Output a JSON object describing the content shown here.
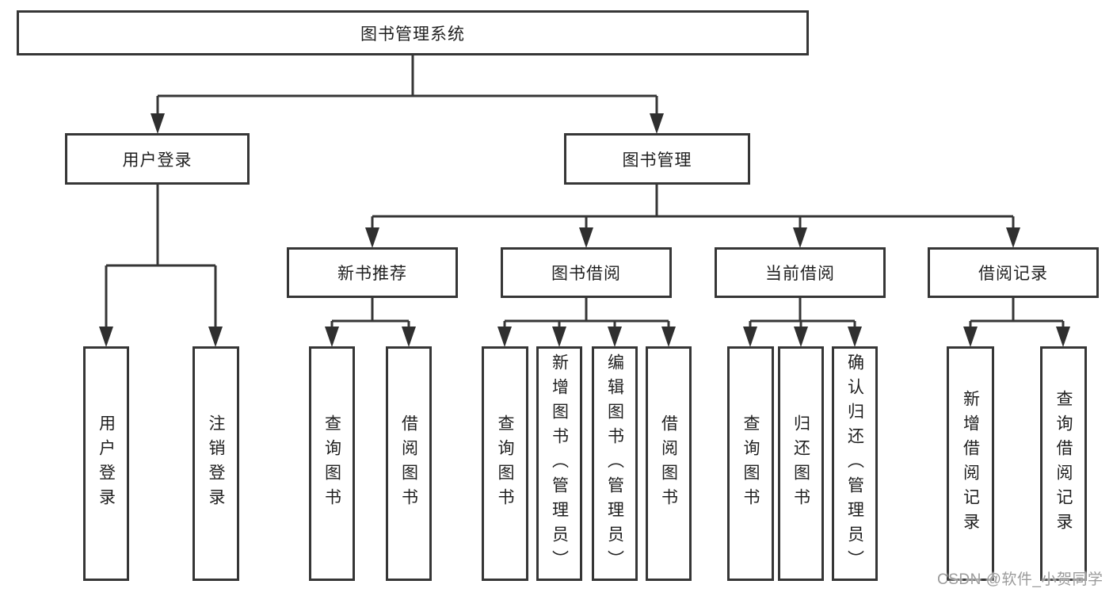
{
  "diagram": {
    "type": "hierarchy-tree",
    "colors": {
      "line": "#363636",
      "box_border": "#363636",
      "text": "#1f1f1f",
      "watermark": "#9b9b9b",
      "background": "#ffffff"
    },
    "nodes": {
      "root": {
        "label": "图书管理系统"
      },
      "user_login": {
        "label": "用户登录"
      },
      "book_mgmt": {
        "label": "图书管理"
      },
      "new_book_rec": {
        "label": "新书推荐"
      },
      "book_borrow": {
        "label": "图书借阅"
      },
      "current_borrow": {
        "label": "当前借阅"
      },
      "borrow_record": {
        "label": "借阅记录"
      },
      "user_login_leaf": {
        "label": "用户登录"
      },
      "logout_leaf": {
        "label": "注销登录"
      },
      "rec_query_books": {
        "label": "查询图书"
      },
      "rec_borrow_books": {
        "label": "借阅图书"
      },
      "bb_query_books": {
        "label": "查询图书"
      },
      "bb_add_books": {
        "label": "新增图书（管理员）"
      },
      "bb_edit_books": {
        "label": "编辑图书（管理员）"
      },
      "bb_borrow_books": {
        "label": "借阅图书"
      },
      "cb_query_books": {
        "label": "查询图书"
      },
      "cb_return_books": {
        "label": "归还图书"
      },
      "cb_confirm_return": {
        "label": "确认归还（管理员）"
      },
      "br_add_record": {
        "label": "新增借阅记录"
      },
      "br_query_record": {
        "label": "查询借阅记录"
      }
    },
    "hierarchy": {
      "root": [
        "user_login",
        "book_mgmt"
      ],
      "user_login": [
        "user_login_leaf",
        "logout_leaf"
      ],
      "book_mgmt": [
        "new_book_rec",
        "book_borrow",
        "current_borrow",
        "borrow_record"
      ],
      "new_book_rec": [
        "rec_query_books",
        "rec_borrow_books"
      ],
      "book_borrow": [
        "bb_query_books",
        "bb_add_books",
        "bb_edit_books",
        "bb_borrow_books"
      ],
      "current_borrow": [
        "cb_query_books",
        "cb_return_books",
        "cb_confirm_return"
      ],
      "borrow_record": [
        "br_add_record",
        "br_query_record"
      ]
    },
    "watermark": {
      "text": "CSDN @软件_小贺同学"
    }
  }
}
